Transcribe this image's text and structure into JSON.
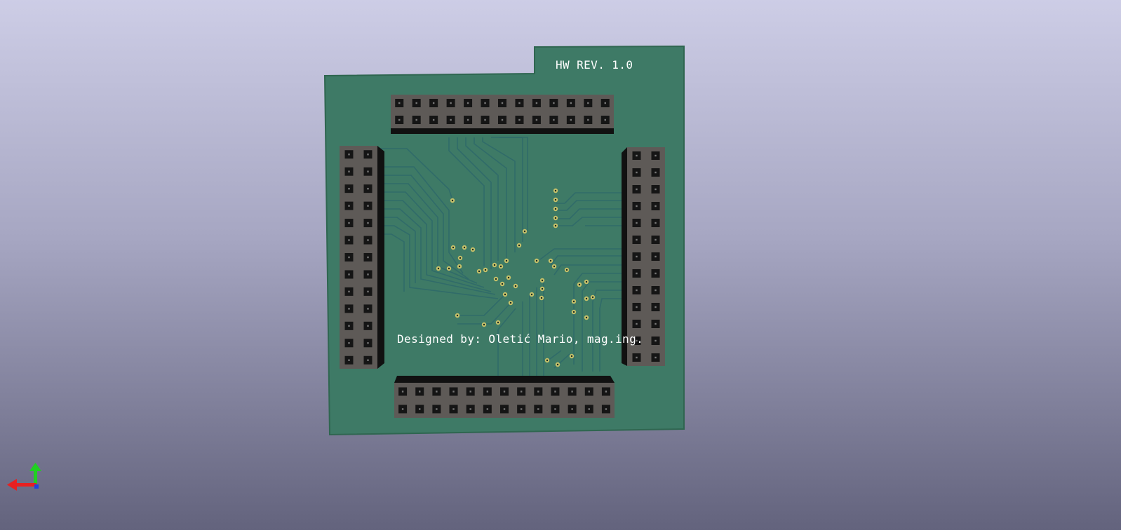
{
  "viewer": {
    "background_top": "#cdcde6",
    "background_bottom": "#63637d"
  },
  "board": {
    "solder_mask_color": "#3e7a66",
    "silkscreen": {
      "revision": "HW REV. 1.0",
      "designer": "Designed by: Oletić Mario, mag.ing."
    },
    "headers": [
      {
        "name": "top",
        "rows": 2,
        "pins_per_row": 13
      },
      {
        "name": "bottom",
        "rows": 2,
        "pins_per_row": 13
      },
      {
        "name": "left",
        "rows": 13,
        "pins_per_row": 2
      },
      {
        "name": "right",
        "rows": 13,
        "pins_per_row": 2
      }
    ]
  },
  "axis_indicator": {
    "x_color": "#e82020",
    "y_color": "#20d020",
    "z_color": "#2040e0"
  }
}
